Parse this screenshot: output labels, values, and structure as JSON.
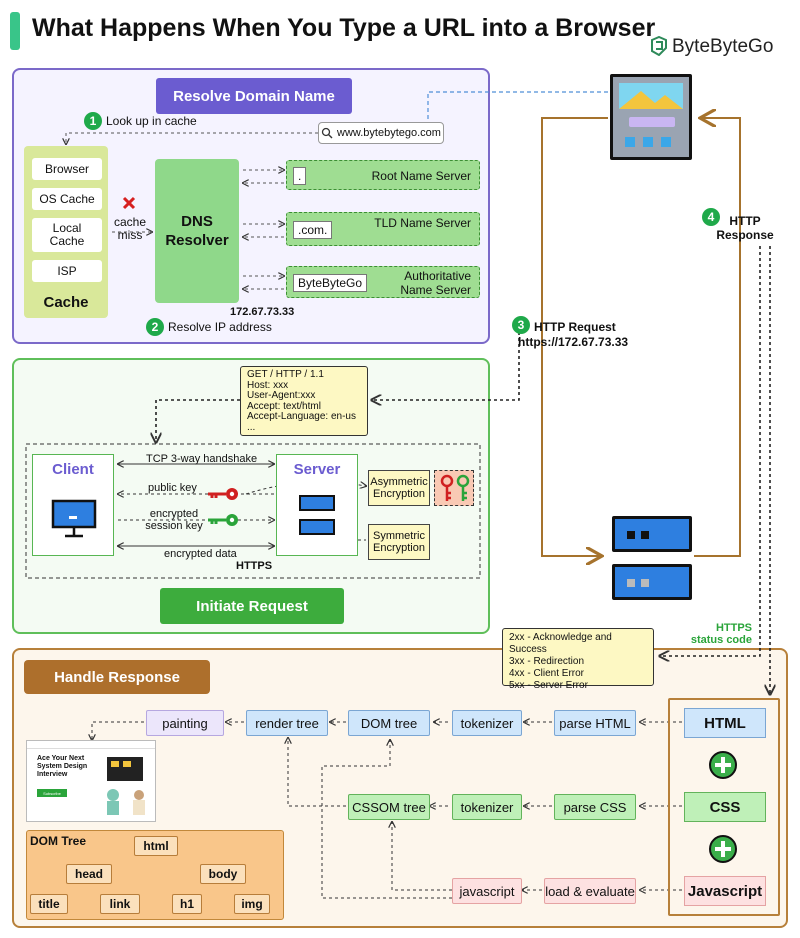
{
  "title": "What Happens When You Type a URL into a Browser",
  "brand": "ByteByteGo",
  "resolve": {
    "header": "Resolve Domain Name",
    "step1": "Look up in cache",
    "search_url": "www.bytebytego.com",
    "cache_items": [
      "Browser",
      "OS Cache",
      "Local Cache",
      "ISP"
    ],
    "cache_title": "Cache",
    "cache_miss": "cache miss",
    "resolver": "DNS Resolver",
    "root_tag": ".",
    "root_label": "Root Name Server",
    "tld_tag": ".com.",
    "tld_label": "TLD Name Server",
    "auth_tag": "ByteByteGo",
    "auth_label": "Authoritative Name Server",
    "ip": "172.67.73.33",
    "step2": "Resolve IP address"
  },
  "request": {
    "step3": "HTTP Request",
    "step3_url": "https://172.67.73.33",
    "step4": "HTTP Response",
    "lines": [
      "GET / HTTP / 1.1",
      "Host: xxx",
      "User-Agent:xxx",
      "Accept: text/html",
      "Accept-Language: en-us",
      "..."
    ]
  },
  "initiate": {
    "header": "Initiate Request",
    "client": "Client",
    "server": "Server",
    "handshake": "TCP 3-way handshake",
    "public_key": "public key",
    "session_key": "encrypted session key",
    "encrypted_data": "encrypted data",
    "https": "HTTPS",
    "asym": "Asymmetric Encryption",
    "sym": "Symmetric Encryption"
  },
  "handle": {
    "header": "Handle Response",
    "https_status": "HTTPS status code",
    "status_lines": [
      "2xx - Acknowledge and Success",
      "3xx - Redirection",
      "4xx - Client Error",
      "5xx - Server Error"
    ],
    "html": "HTML",
    "css": "CSS",
    "js": "Javascript",
    "parse_html": "parse HTML",
    "tokenizer": "tokenizer",
    "dom_tree": "DOM tree",
    "render_tree": "render tree",
    "painting": "painting",
    "parse_css": "parse CSS",
    "cssom": "CSSOM tree",
    "load_eval": "load & evaluate",
    "javascript": "javascript"
  },
  "preview": {
    "heading": "Ace Your Next System Design Interview",
    "button": "Subscribe"
  },
  "domtree": {
    "title": "DOM Tree",
    "html": "html",
    "head": "head",
    "body": "body",
    "title_node": "title",
    "link": "link",
    "h1": "h1",
    "img": "img"
  },
  "colors": {
    "purple": "#6b5cd0",
    "green": "#3dac3d",
    "brown": "#ad6f2c",
    "accent": "#39c589"
  }
}
